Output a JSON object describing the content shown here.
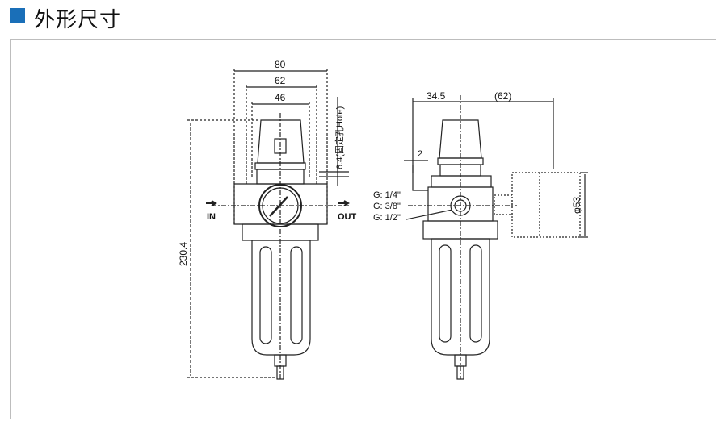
{
  "header": {
    "title": "外形尺寸",
    "accent_color": "#1a6fb8"
  },
  "drawing": {
    "front": {
      "width_overall": "80",
      "width_mount": "62",
      "width_cap": "46",
      "height_overall": "230.4",
      "hole": "6.4(固定孔Hole)",
      "inlet": "IN",
      "outlet": "OUT"
    },
    "side": {
      "offset": "34.5",
      "bracket_offset": "(62)",
      "bracket_thickness": "2",
      "diameter": "φ53",
      "ports": [
        "G: 1/4\"",
        "G: 3/8\"",
        "G: 1/2\""
      ]
    }
  }
}
